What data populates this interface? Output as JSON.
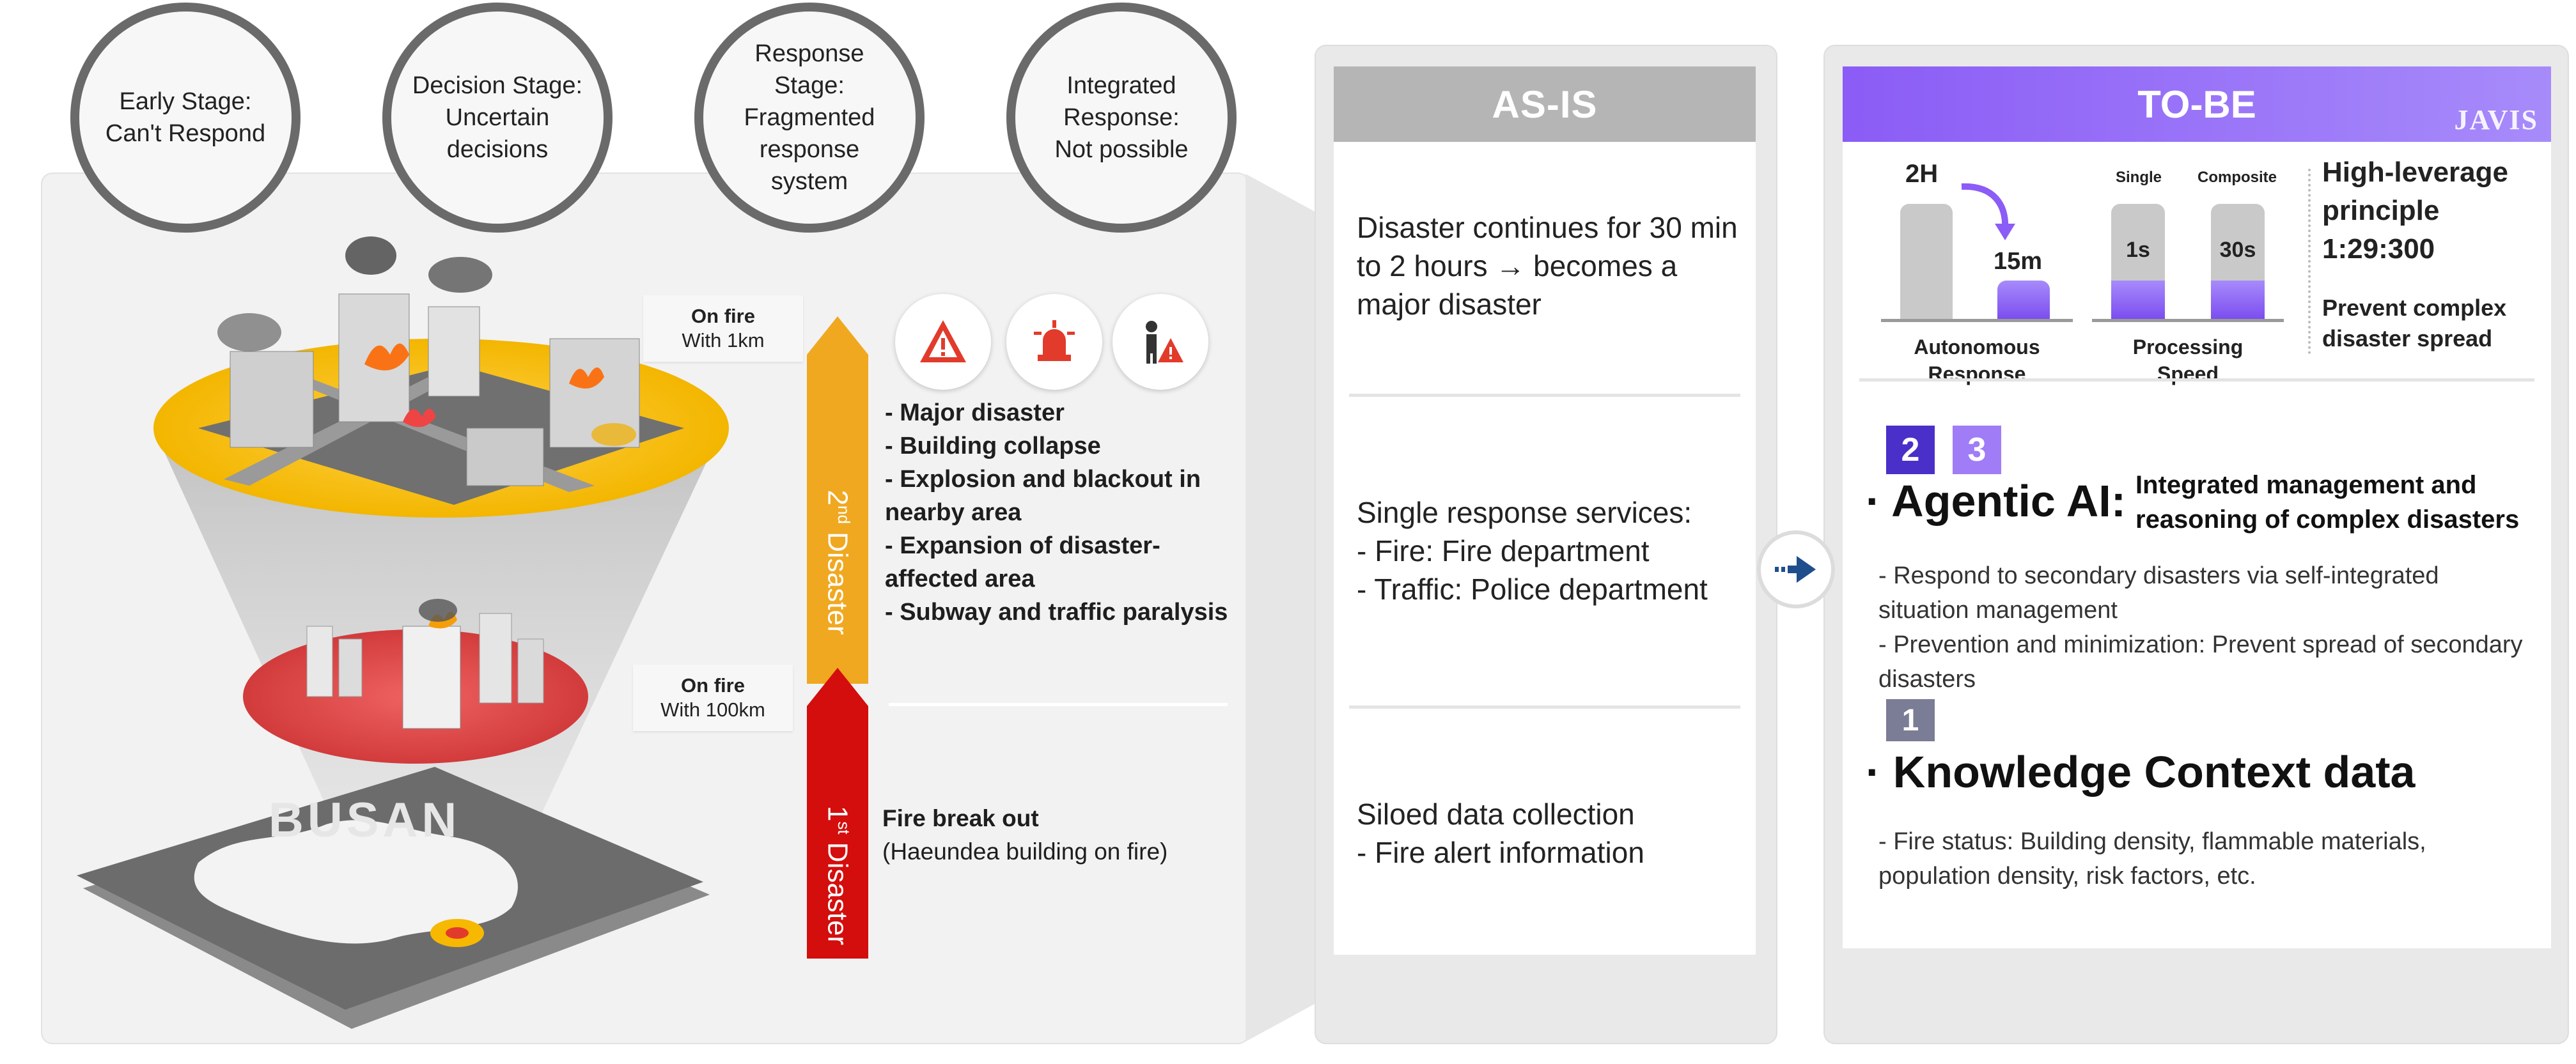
{
  "stages": [
    {
      "label": "Early Stage:\nCan't Respond"
    },
    {
      "label": "Decision Stage:\nUncertain\ndecisions"
    },
    {
      "label": "Response\nStage:\nFragmented\nresponse\nsystem"
    },
    {
      "label": "Integrated\nResponse:\nNot possible"
    }
  ],
  "city_label": "BUSAN",
  "tag_1km": {
    "title": "On fire",
    "sub": "With 1km"
  },
  "tag_100km": {
    "title": "On fire",
    "sub": "With 100km"
  },
  "arrow_2nd": {
    "num": "2",
    "sup": "nd",
    "word": " Disaster"
  },
  "arrow_1st": {
    "num": "1",
    "sup": "st",
    "word": " Disaster"
  },
  "secondary_list": [
    "- Major disaster",
    "- Building collapse",
    "- Explosion and blackout in nearby area",
    "- Expansion of disaster-affected area",
    "- Subway and traffic paralysis"
  ],
  "first_disaster": {
    "title": "Fire break out",
    "detail": "(Haeundea building on fire)"
  },
  "asis": {
    "title": "AS-IS",
    "blocks": [
      "Disaster continues for 30 min to 2 hours → becomes a major disaster",
      "Single response services:\n- Fire: Fire department\n- Traffic: Police department",
      "Siloed data collection\n- Fire alert information"
    ]
  },
  "tobe": {
    "title": "TO-BE",
    "logo": "JAVIS",
    "chart1": {
      "top_value": "2H",
      "bar_value": "15m",
      "label": "Autonomous\nResponse"
    },
    "chart2": {
      "left_label": "Single",
      "right_label": "Composite",
      "left_value": "1s",
      "right_value": "30s",
      "label": "Processing\nSpeed"
    },
    "principle_title": "High-leverage principle 1:29:300",
    "principle_sub": "Prevent complex disaster spread",
    "badges": [
      "2",
      "3",
      "1"
    ],
    "agentic_title": "Agentic AI:",
    "agentic_subtitle": "Integrated management and reasoning of complex disasters",
    "agentic_body": "- Respond to secondary disasters via self-integrated situation management\n- Prevention and minimization: Prevent spread of secondary disasters",
    "knowledge_title": "Knowledge Context data",
    "knowledge_body": "- Fire status: Building density, flammable materials, population density, risk factors, etc."
  },
  "colors": {
    "accent_purple": "#8b5cf6",
    "arrow_orange": "#f0a820",
    "arrow_red": "#d40d0d",
    "fire_yellow": "#f6b800"
  }
}
